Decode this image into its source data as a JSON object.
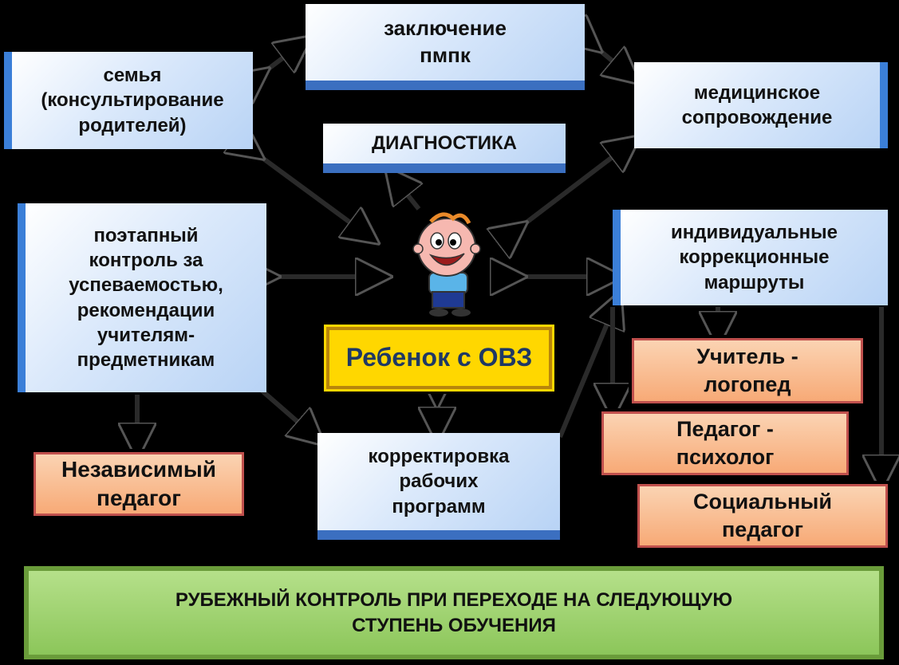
{
  "boxes": {
    "pmpk": "заключение\nпмпк",
    "family": "семья\n(консультирование\nродителей)",
    "medical": "медицинское\nсопровождение",
    "diagnostics": "ДИАГНОСТИКА",
    "stepwise": "поэтапный\nконтроль за\nуспеваемостью,\nрекомендации\nучителям-\nпредметникам",
    "individual": "индивидуальные\nкоррекционные\nмаршруты",
    "child": "Ребенок  с ОВЗ",
    "independent": "Независимый\nпедагог",
    "correction": "корректировка\nрабочих\nпрограмм",
    "speech": "Учитель -\nлогопед",
    "psych": "Педагог -\nпсихолог",
    "social": "Социальный\nпедагог",
    "milestone": "РУБЕЖНЫЙ КОНТРОЛЬ  ПРИ ПЕРЕХОДЕ НА СЛЕДУЮЩУЮ\nСТУПЕНЬ ОБУЧЕНИЯ"
  },
  "colors": {
    "blue_edge": "#3b7fd8",
    "child_fill": "#ffd700",
    "child_text": "#1f3864",
    "orange_fill": "#f7a874",
    "green_fill": "#9bd36a"
  }
}
